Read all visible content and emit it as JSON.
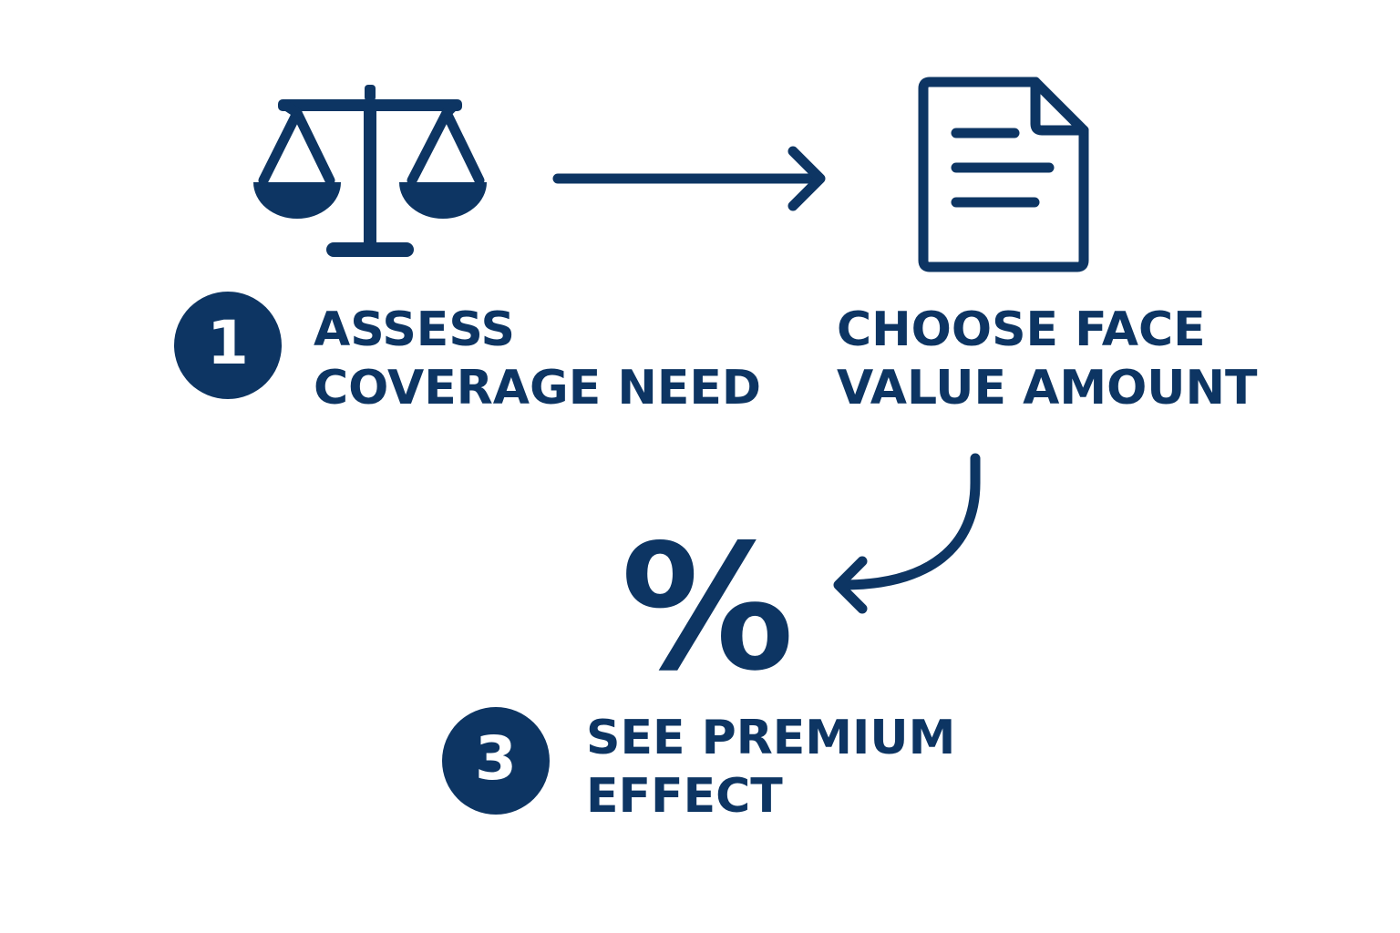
{
  "colors": {
    "primary": "#0d3563",
    "background": "#ffffff"
  },
  "steps": [
    {
      "number": "1",
      "label_lines": [
        "ASSESS",
        "COVERAGE NEED"
      ],
      "icon": "balance-scale-icon"
    },
    {
      "label_lines": [
        "CHOOSE FACE",
        "VALUE AMOUNT"
      ],
      "icon": "document-icon"
    },
    {
      "number": "3",
      "label_lines": [
        "SEE PREMIUM",
        "EFFECT"
      ],
      "icon": "percent-icon",
      "symbol": "%"
    }
  ],
  "connectors": [
    {
      "from": "step-1",
      "to": "step-2",
      "icon": "arrow-right-icon"
    },
    {
      "from": "step-2",
      "to": "step-3",
      "icon": "curved-arrow-icon"
    }
  ]
}
